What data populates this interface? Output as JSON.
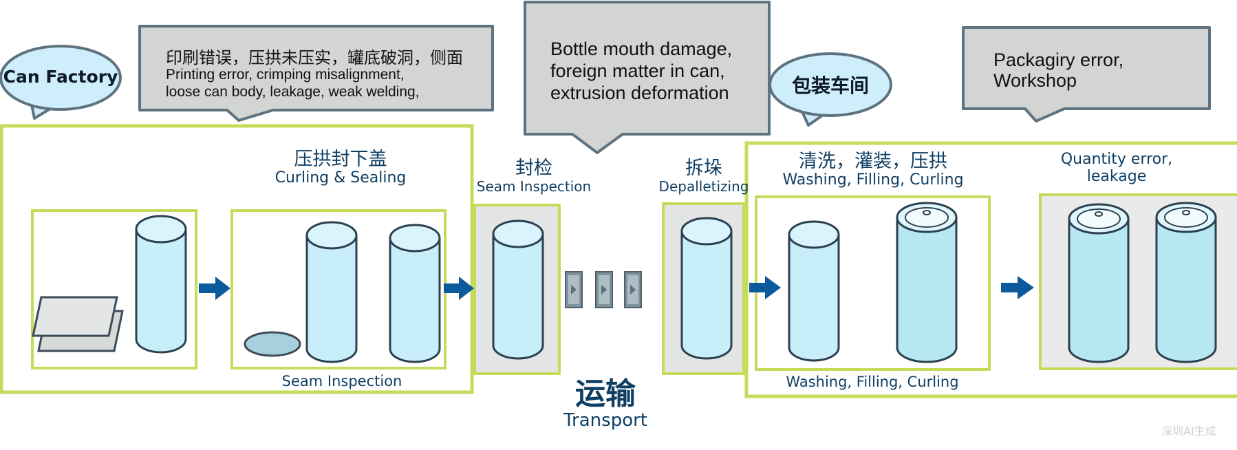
{
  "colors": {
    "frame_green": "#c5dc5a",
    "can_fill": "#c8eef9",
    "can_stroke": "#2d4050",
    "callout_fill": "#d3d4d4",
    "callout_stroke": "#5e7280",
    "bubble_fill": "#cfeefb",
    "arrow_blue": "#0a5a9c",
    "title_blue": "#0f3e63",
    "station_fill": "#e3e4e4"
  },
  "bubbles": {
    "can_factory": "Can Factory",
    "packaging_workshop": "包装车间"
  },
  "callouts": {
    "can_factory_defects": {
      "line1": "印刷错误，压拱未压实，罐底破洞，侧面",
      "line2": "Printing error, crimping misalignment,",
      "line3": "loose can body, leakage, weak welding,"
    },
    "transport_defects": {
      "line1": "Bottle mouth damage,",
      "line2": "foreign matter in can,",
      "line3": "extrusion deformation"
    },
    "workshop_defects": {
      "line1": "Packagiry error,",
      "line2": "Workshop"
    }
  },
  "stages": {
    "curling_sealing": {
      "zh": "压拱封下盖",
      "en": "Curling & Sealing"
    },
    "seam_inspection_top": {
      "zh": "封检",
      "en": "Seam Inspection"
    },
    "depalletizing": {
      "zh": "拆垛",
      "en": "Depalletizing"
    },
    "washing_filling": {
      "zh": "清洗，灌装，压拱",
      "en": "Washing, Filling, Curling"
    },
    "quantity_error": {
      "line1": "Quantity error,",
      "line2": "leakage"
    }
  },
  "bottom_labels": {
    "seam_inspection": "Seam Inspection",
    "washing_filling_curling": "Washing, Filling, Curling"
  },
  "transport": {
    "zh": "运输",
    "en": "Transport"
  },
  "icons": {
    "flow_arrow": "right-arrow-icon",
    "conveyor": "conveyor-block-icon",
    "can": "can-cylinder-icon",
    "sheet": "metal-sheet-icon",
    "lid": "can-lid-icon"
  },
  "watermark": "深圳AI生成"
}
